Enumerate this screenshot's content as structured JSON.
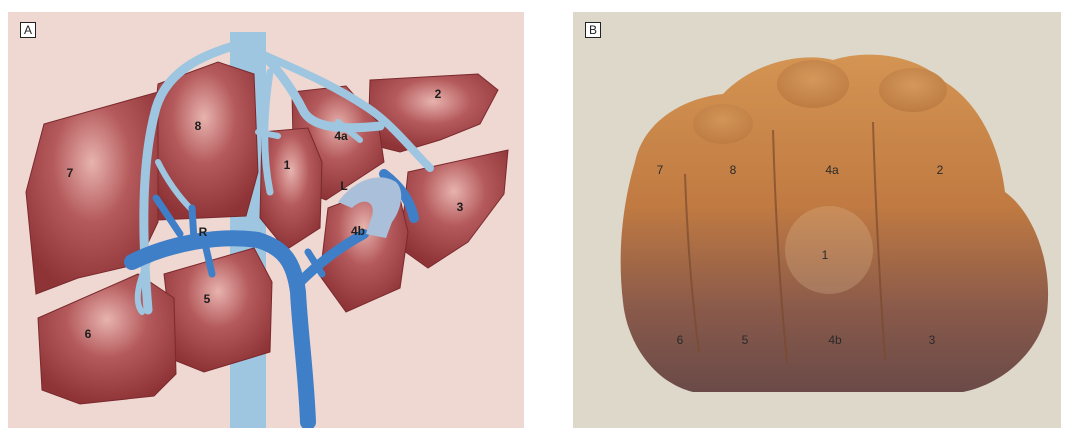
{
  "panels": [
    {
      "tag": "A",
      "labels": {
        "s2": "2",
        "s8": "8",
        "s4a": "4a",
        "s7": "7",
        "s1": "1",
        "L": "L",
        "s3": "3",
        "R": "R",
        "s4b": "4b",
        "s5": "5",
        "s6": "6"
      }
    },
    {
      "tag": "B",
      "labels": {
        "s7": "7",
        "s8": "8",
        "s4a": "4a",
        "s2": "2",
        "s1": "1",
        "s6": "6",
        "s5": "5",
        "s4b": "4b",
        "s3": "3"
      }
    }
  ],
  "colors": {
    "panel_a_bg": "#f0d8d2",
    "liver_segment": "#a5454a",
    "portal_vein": "#3f7fc8",
    "hepatic_vein": "#9fc6e0",
    "panel_b_bg": "#ddd8c9",
    "skin": "#c68a4e"
  }
}
